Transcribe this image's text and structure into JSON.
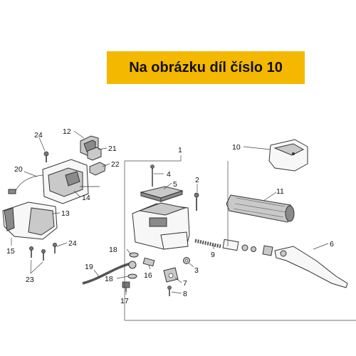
{
  "banner": {
    "text": "Na obrázku díl číslo 10",
    "color": "#f5b800"
  },
  "callouts": [
    {
      "n": "1"
    },
    {
      "n": "2"
    },
    {
      "n": "3"
    },
    {
      "n": "4"
    },
    {
      "n": "5"
    },
    {
      "n": "6"
    },
    {
      "n": "7"
    },
    {
      "n": "8"
    },
    {
      "n": "9"
    },
    {
      "n": "10"
    },
    {
      "n": "11"
    },
    {
      "n": "12"
    },
    {
      "n": "13"
    },
    {
      "n": "14"
    },
    {
      "n": "15"
    },
    {
      "n": "16"
    },
    {
      "n": "17"
    },
    {
      "n": "18"
    },
    {
      "n": "18"
    },
    {
      "n": "19"
    },
    {
      "n": "20"
    },
    {
      "n": "21"
    },
    {
      "n": "22"
    },
    {
      "n": "23"
    },
    {
      "n": "24"
    },
    {
      "n": "24"
    }
  ]
}
